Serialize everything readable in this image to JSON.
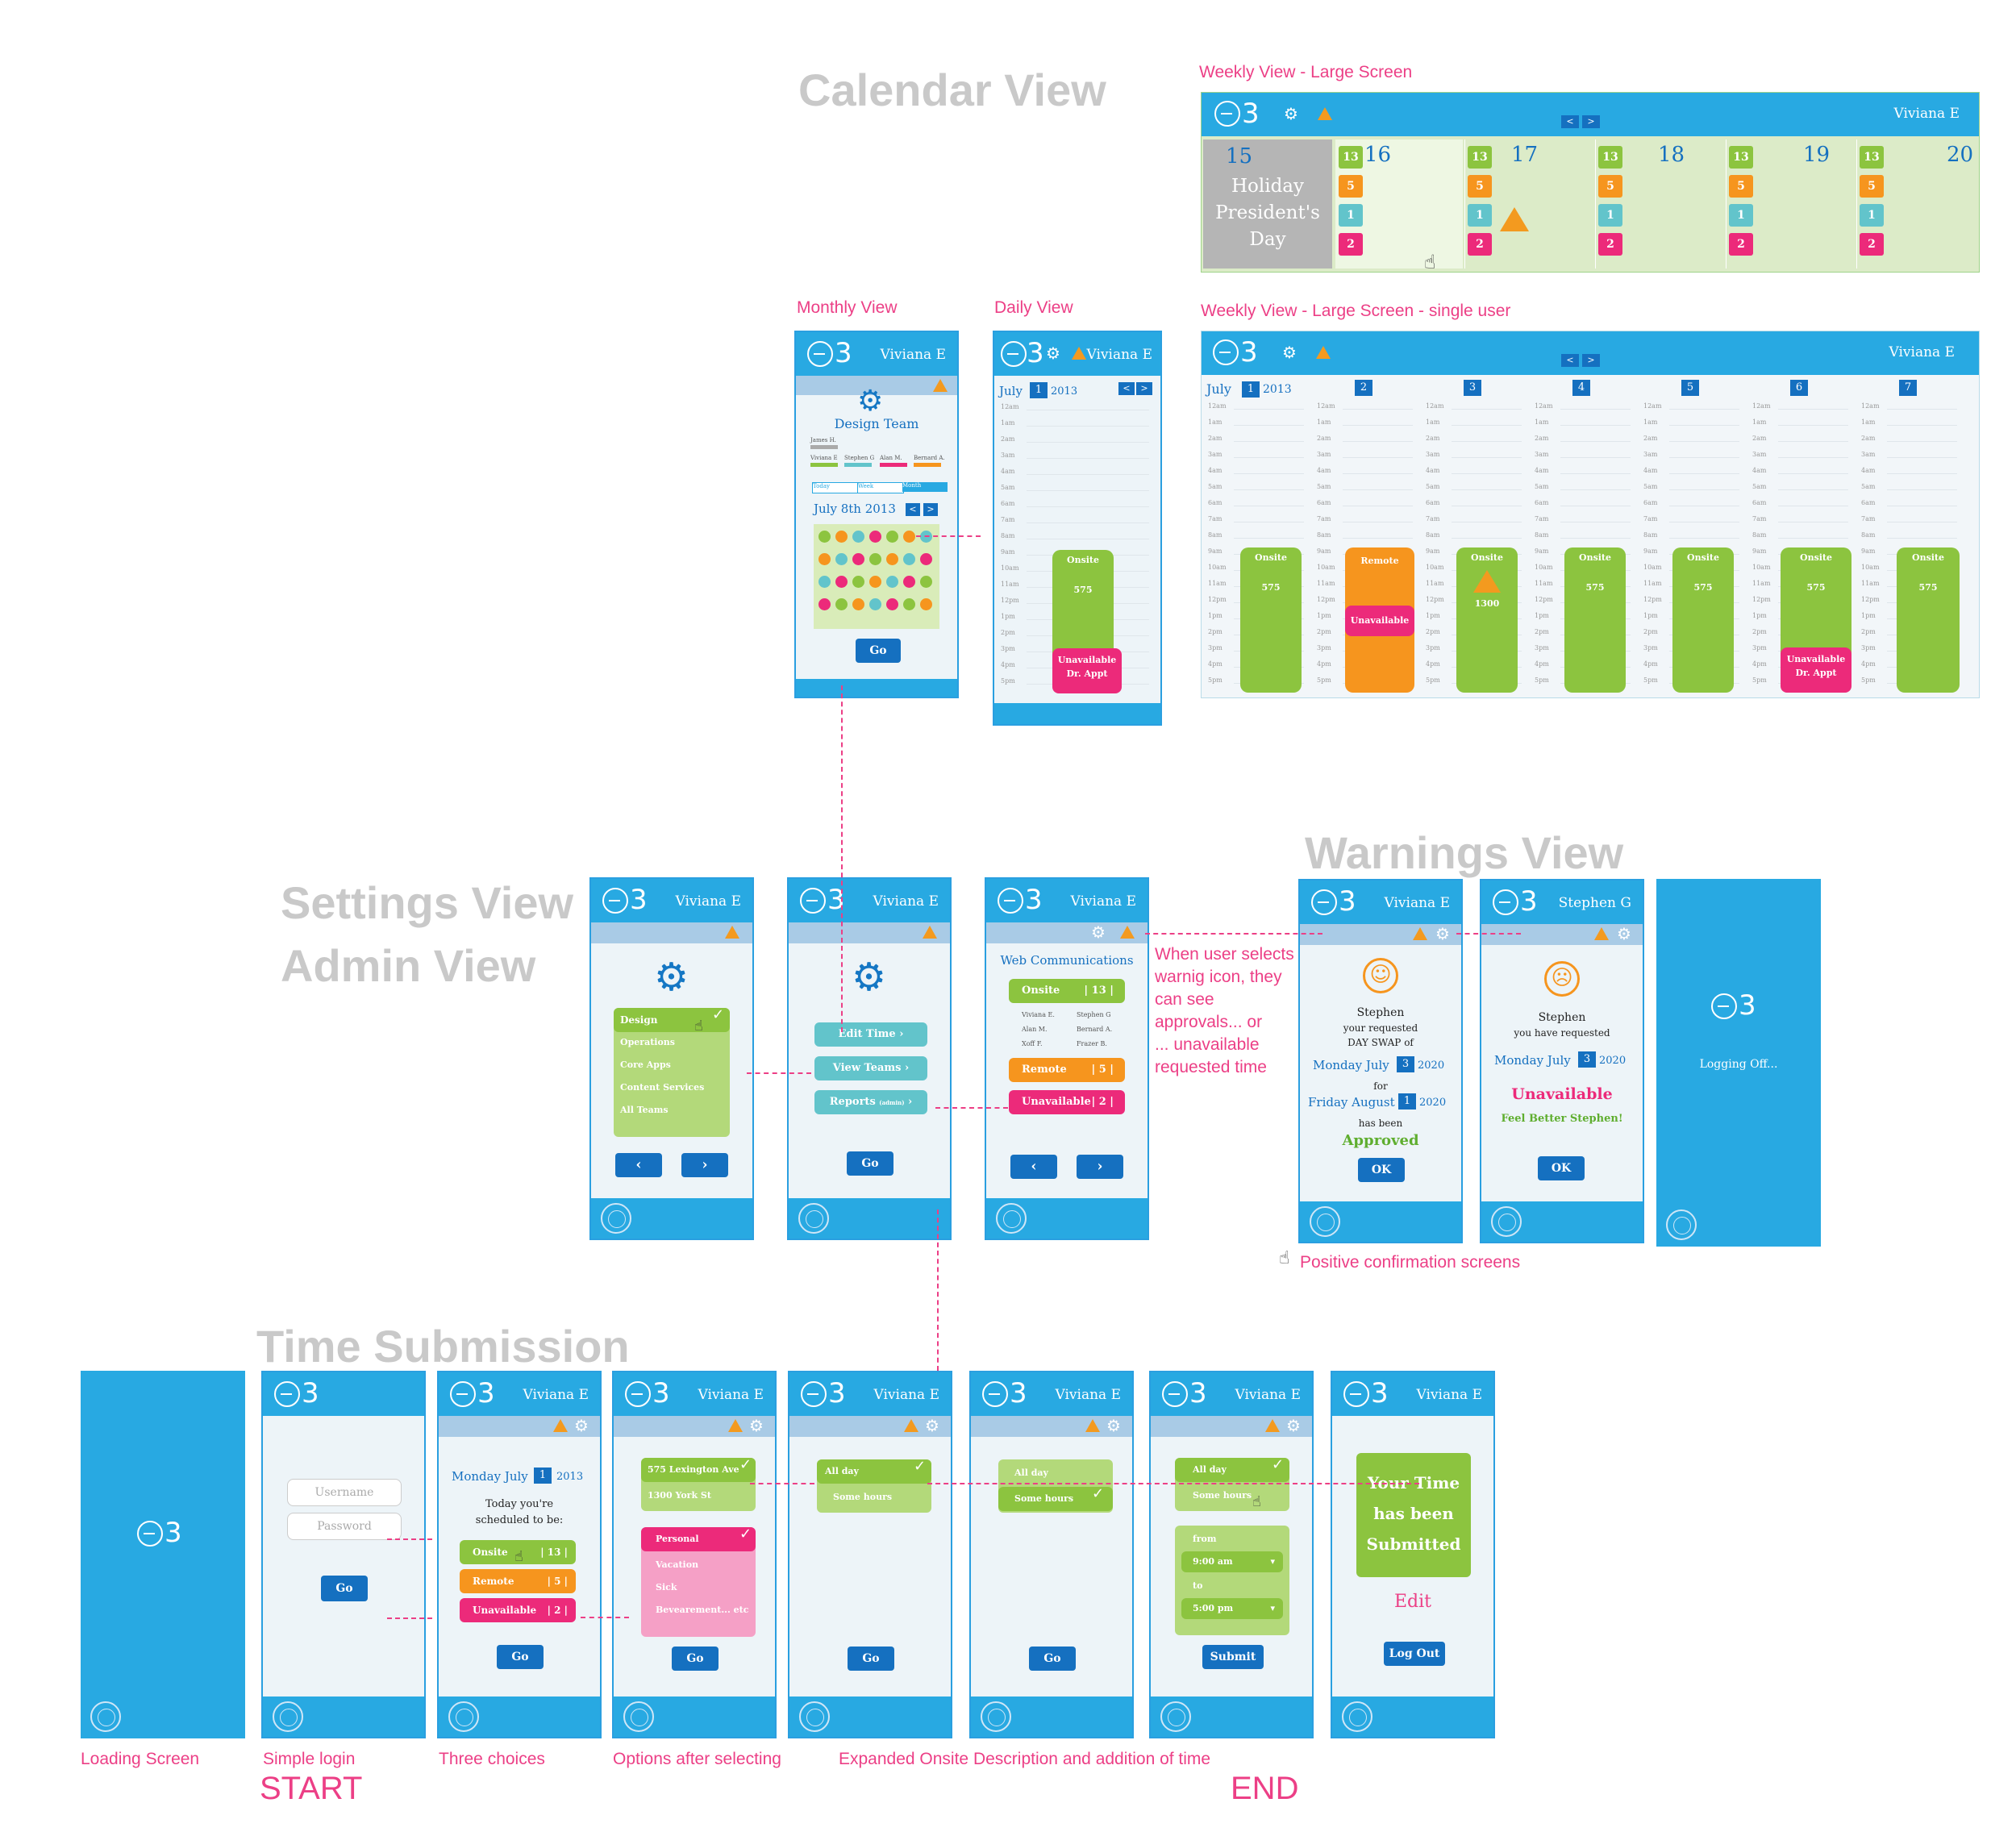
{
  "section_titles": {
    "calendar": "Calendar View",
    "settings": "Settings View",
    "admin": "Admin View",
    "warnings": "Warnings View",
    "time_submission": "Time Submission"
  },
  "captions": {
    "weekly_large": "Weekly View - Large Screen",
    "weekly_single": "Weekly View - Large Screen - single user",
    "monthly": "Monthly View",
    "daily": "Daily View",
    "loading": "Loading Screen",
    "simple_login": "Simple login",
    "three_choices": "Three choices",
    "options_after": "Options after selecting",
    "expanded": "Expanded Onsite Description and addition of time",
    "start": "START",
    "end": "END",
    "positive": "Positive confirmation screens",
    "warning_note": [
      "When user selects",
      "warnig icon, they",
      "can see",
      "approvals... or",
      "... unavailable",
      "requested time"
    ]
  },
  "app": {
    "logo": "3",
    "user": "Viviana E",
    "user2": "Stephen G"
  },
  "weekly": {
    "holiday_day": "15",
    "holiday_lines": [
      "Holiday",
      "President's",
      "Day"
    ],
    "days": [
      "16",
      "17",
      "18",
      "19",
      "20"
    ],
    "counts": [
      "13",
      "5",
      "1",
      "2"
    ],
    "nav": [
      "<",
      ">"
    ]
  },
  "single": {
    "month": "July",
    "day": "1",
    "year": "2013",
    "cols": [
      "2",
      "3",
      "4",
      "5",
      "6",
      "7"
    ],
    "hours": [
      "12am",
      "1am",
      "2am",
      "3am",
      "4am",
      "5am",
      "6am",
      "7am",
      "8am",
      "9am",
      "10am",
      "11am",
      "12pm",
      "1pm",
      "2pm",
      "3pm",
      "4pm",
      "5pm"
    ],
    "onsite": "Onsite",
    "remote": "Remote",
    "unavailable": "Unavailable",
    "num575": "575",
    "num1300": "1300",
    "drappt": "Dr. Appt"
  },
  "monthly": {
    "team": "Design Team",
    "names": [
      "James H.",
      "Viviana E",
      "Stephen G",
      "Alan M.",
      "Bernard A."
    ],
    "tabs": [
      "Today",
      "Week",
      "Month"
    ],
    "date": "July  8th 2013",
    "go": "Go"
  },
  "settings": {
    "teams": [
      "Design",
      "Operations",
      "Core Apps",
      "Content Services",
      "All Teams"
    ],
    "menu": [
      "Edit Time",
      "View Teams",
      "Reports"
    ],
    "reports_small": "(admin)",
    "go": "Go",
    "prev": "‹",
    "next": "›"
  },
  "webcomm": {
    "title": "Web Communications",
    "onsite": "Onsite",
    "onsite_count": "| 13 |",
    "names": [
      "Viviana E.",
      "Stephen G",
      "Alan M.",
      "Bernard A.",
      "Xoff F.",
      "Frazer B."
    ],
    "remote": "Remote",
    "remote_count": "| 5 |",
    "unavailable": "Unavailable",
    "unavail_count": "| 2 |"
  },
  "warn1": {
    "name": "Stephen",
    "l1": "your requested",
    "l2": "DAY SWAP of",
    "date1": "Monday July",
    "d1": "3",
    "y1": "2020",
    "for": "for",
    "date2": "Friday August",
    "d2": "1",
    "y2": "2020",
    "has": "has been",
    "status": "Approved",
    "ok": "OK"
  },
  "warn2": {
    "name": "Stephen",
    "l1": "you have requested",
    "date": "Monday July",
    "d": "3",
    "y": "2020",
    "status": "Unavailable",
    "msg": "Feel Better Stephen!",
    "ok": "OK"
  },
  "logoff": "Logging Off...",
  "login": {
    "username": "Username",
    "password": "Password",
    "go": "Go"
  },
  "choices": {
    "date": "Monday July",
    "d": "1",
    "y": "2013",
    "l1": "Today you're",
    "l2": "scheduled to be:",
    "onsite": "Onsite",
    "oc": "| 13 |",
    "remote": "Remote",
    "rc": "| 5 |",
    "unavailable": "Unavailable",
    "uc": "| 2 |",
    "go": "Go"
  },
  "options": {
    "addr1": "575 Lexington Ave",
    "addr2": "1300 York St",
    "reasons": [
      "Personal",
      "Vacation",
      "Sick",
      "Bevearement... etc"
    ],
    "go": "Go"
  },
  "hours": {
    "allday": "All day",
    "some": "Some hours",
    "from": "from",
    "fromv": "9:00 am",
    "to": "to",
    "tov": "5:00 pm",
    "go": "Go",
    "submit": "Submit"
  },
  "done": {
    "l1": "Your Time",
    "l2": "has been",
    "l3": "Submitted",
    "edit": "Edit",
    "logout": "Log Out"
  }
}
